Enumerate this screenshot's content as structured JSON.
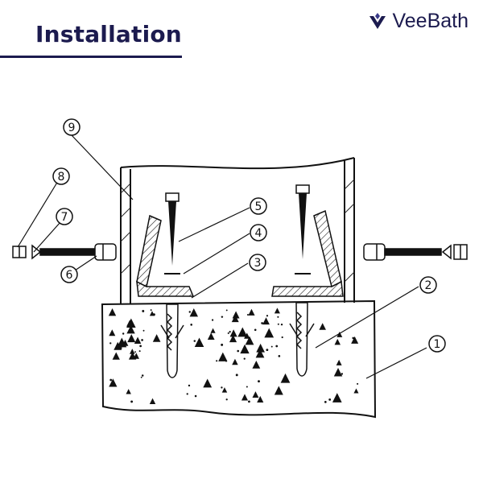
{
  "header": {
    "title": "Installation",
    "brand_name": "VeeBath",
    "brand_logo_icon": "chevron-diamond-logo-icon",
    "colors": {
      "brand": "#1c1b4f",
      "brand_accent": "#3a3a8a"
    }
  },
  "diagram": {
    "description_icon": "wall-mounting-cross-section",
    "callouts": [
      "1",
      "2",
      "3",
      "4",
      "5",
      "6",
      "7",
      "8",
      "9"
    ]
  }
}
